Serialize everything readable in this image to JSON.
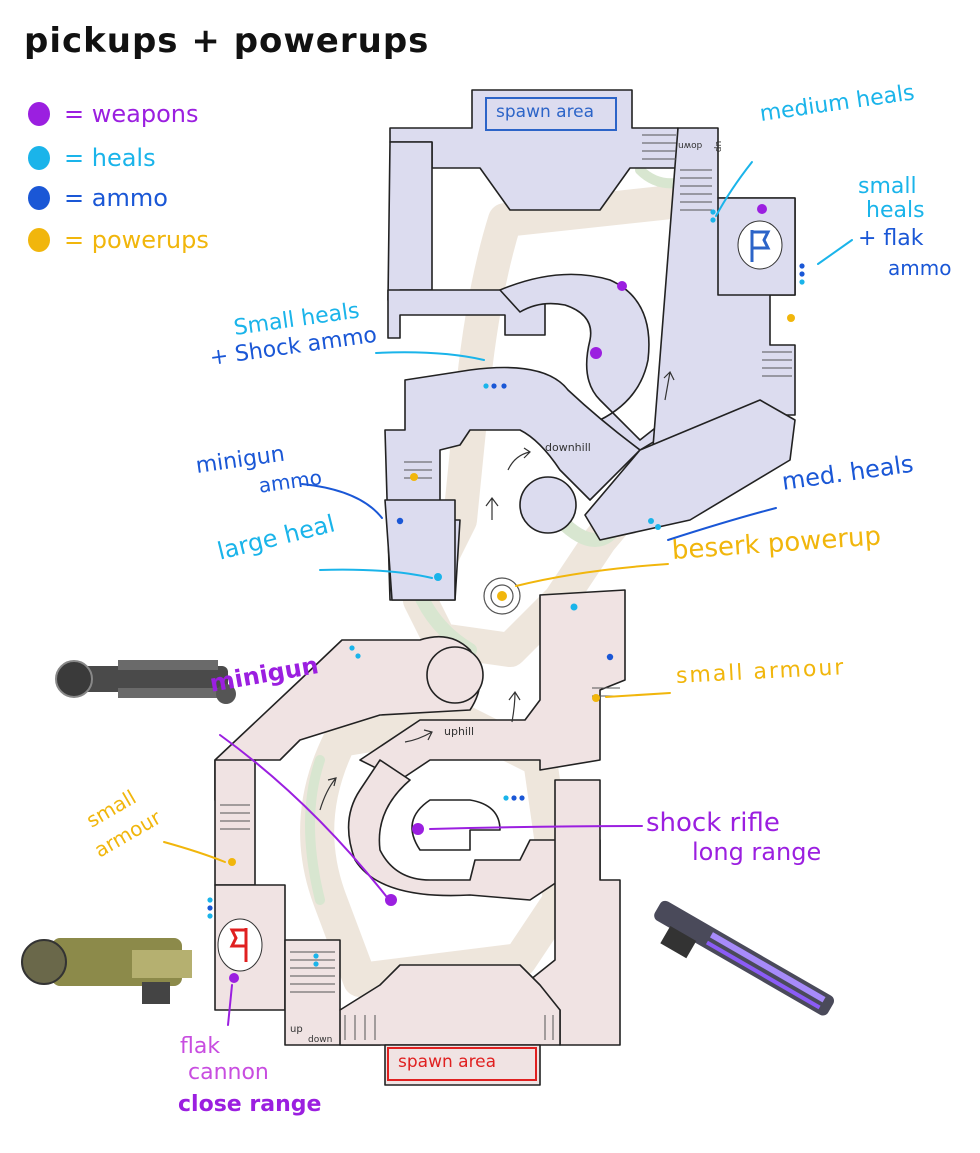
{
  "title": "pickups + powerups",
  "colors": {
    "weapons": "#9b1fe0",
    "heals": "#1ab4ea",
    "ammo": "#1a57d6",
    "powerups": "#f1b60c",
    "blue_half": "#dcdcef",
    "red_half": "#f0e3e3",
    "spawn_top": "#2c64c8",
    "spawn_bottom": "#e02020"
  },
  "legend": [
    {
      "key": "weapons",
      "text": "= weapons"
    },
    {
      "key": "heals",
      "text": "= heals"
    },
    {
      "key": "ammo",
      "text": "= ammo"
    },
    {
      "key": "powerups",
      "text": "= powerups"
    }
  ],
  "map": {
    "spawn_top": "spawn area",
    "spawn_bottom": "spawn area",
    "downhill": "downhill",
    "uphill": "uphill",
    "stairs_top": [
      "up",
      "down"
    ],
    "stairs_bottom": [
      "up",
      "down"
    ]
  },
  "annotations": {
    "medium_heals": "medium heals",
    "small_heals_flak": [
      "small",
      "heals",
      "+ flak",
      "ammo"
    ],
    "small_heals_shock": [
      "Small heals",
      "+ Shock ammo"
    ],
    "minigun_ammo": [
      "minigun",
      "ammo"
    ],
    "large_heal": "large heal",
    "med_heals": "med. heals",
    "beserk": "beserk powerup",
    "small_armour_right": "small armour",
    "minigun": "minigun",
    "small_armour_left": [
      "small",
      "armour"
    ],
    "shock_rifle": [
      "shock rifle",
      "long range"
    ],
    "flak_cannon": [
      "flak",
      "cannon",
      "close range"
    ]
  },
  "weapon_images": [
    "minigun-icon",
    "flak-cannon-icon",
    "shock-rifle-icon"
  ]
}
